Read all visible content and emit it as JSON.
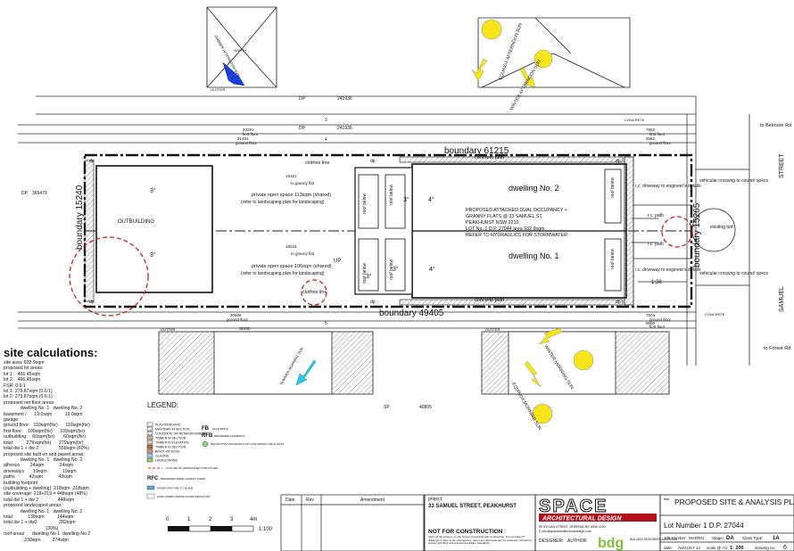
{
  "plan": {
    "boundaries": {
      "north": "boundary 61215",
      "south": "boundary 49405",
      "west": "boundary 15240",
      "east": "boundary 15265"
    },
    "dp_labels": [
      "DP",
      "241936",
      "DP",
      "241936",
      "DP",
      "365479",
      "SP",
      "40805"
    ],
    "lot_numbers": [
      "3",
      "4",
      "5"
    ],
    "dims_top": [
      "33291",
      "31481",
      "7662",
      "6562",
      "19161",
      "18216"
    ],
    "dims_bottom": [
      "32250",
      "30586",
      "7504",
      "6600"
    ],
    "floor_labels": {
      "first_floor": "first floor",
      "ground_floor": "ground floor"
    },
    "clothes_line": "clothes line",
    "concrete_path": "concrete path",
    "outbuilding": "OUTBUILDING",
    "dwelling_2": "dwelling No. 2",
    "dwelling_1": "dwelling No. 1",
    "private_space_top": "private open space 113sqm (shared)",
    "private_space_top_note": "(refer to landscaping plan for landscaping)",
    "private_space_bottom": "private open space 106sqm (shared)",
    "private_space_bottom_note": "(refer to landscaping plan for landscaping)",
    "to_granny_flat": "to granny flat",
    "proposal_lines": [
      "PROPOSED ATTACHED DUAL OCCUPANCY +",
      "GRANNY FLATS @ 33 SAMUEL ST,",
      "PEAKHURST NSW 2210",
      "LOT No. 1 D.P. 27044 area 932.9sqm",
      "REFER TO HYDRAULICS FOR STORMWATER"
    ],
    "degrees": [
      "3°",
      "3°",
      "4°",
      "3°",
      "4°",
      "3°",
      "3°"
    ],
    "roof_below": "roof below",
    "rc_path": "r.c. path",
    "rc_driveway": "r.c. driveway to engineer's details",
    "vehicular_crossing": "vehicular crossing to council specs",
    "existing_turf": "existing turf",
    "slope": "1:38",
    "street": "STREET",
    "samuel": "SAMUEL",
    "to_belmore": "to Belmore Rd",
    "to_forest": "to Forest Rd",
    "concrete": "CONCRETE",
    "gutter": "GUTTER",
    "dp_marker": "dp",
    "up": "UP",
    "sun_labels": {
      "winter_afternoon": "WINTER AFTERNOON SUN",
      "equinox_afternoon": "EQUINOX AFTERNOON SUN",
      "winter_morning": "WINTER MORNING SUN",
      "equinox_morning": "EQUINOX MORNING SUN",
      "summer_afternoon": "SUMMER AFTERNOON SUN",
      "summer_morning": "SUMMER MORNING SUN"
    },
    "north_arrow_label": "NORTH"
  },
  "site_calculations": {
    "title": "site calculations:",
    "lines": [
      "site area: 932.9sqm",
      "proposed lot areas:",
      "lot 1:   466.45sqm",
      "lot 2:   466.45sqm",
      "FSR: 0.6:1",
      "lot 1: 279.87sqm (0.6:1)",
      "lot 2: 279.87sqm (0.6:1)",
      "proposed net floor areas:",
      "             dwelling No. 1   dwelling No. 2",
      "basement /      19.0sqm          19.0sqm",
      "garage",
      "ground floor:   110sqm(fsr)      110sqm(fsr)",
      "first floor:    109sqm(fsr)      109sqm(fsr)",
      "outbuilding:    60sqm(fsr)       60sqm(fsr)",
      "total:          279sqm(fsr)      279sqm(fsr)",
      "total dw 1 + dw 2                558sqm (60%)",
      "",
      "proposed site built on and paved areas:",
      "             dwelling No. 1   dwelling No. 2",
      "alfresco        24sqm            24sqm",
      "driveways       19sqm            19sqm",
      "paths           42sqm            43sqm",
      "building footprint",
      "(outbuilding + dwelling)  218sqm  218sqm",
      "site coverage: 219+219 = 448sqm (48%)",
      "total dw 1 + dw 2               448sqm",
      "",
      "proposed landscaped areas:",
      "             dwelling No. 1   dwelling No. 2",
      "total            138sqm          144sqm",
      "total dw 1 + dw2                 282sqm",
      "                                 (30%)",
      "roof areas      dwelling No 1  dwelling No 2",
      "                230sqm         274sqm"
    ]
  },
  "legend": {
    "title": "LEGEND:",
    "items": [
      "PLASTERBOARD",
      "MASONRY IN SECTION",
      "CONCRETE OR REINFORCEMENT",
      "TIMBER IN SECTION",
      "TIMBER IN ELEVATION",
      "TIMBER IN SECTION",
      "BRICK ON EDGE",
      "GLAZING",
      "LANDSCAPING"
    ],
    "fb": "FB",
    "fb_text": "FACE BRICK",
    "rfb": "RFB",
    "rfb_text": "RENDERED FACEBRICK",
    "ind": "REFLECTIVE INDIGENOUS OR LOW WATER USE PLANTS",
    "outline": "OUTLINE OF DEMOLISHED STRUCTURE",
    "rfc": "RFC",
    "rfc_text": "RENDERED FIBRE CEMENT SHEET",
    "water": "WATER FEATURE TO BLADE",
    "smoke": "HARD WIRED SMOKE ALARM DETECTOR"
  },
  "scale": {
    "ticks": [
      "0",
      "1",
      "2",
      "3",
      "4m"
    ],
    "ratio": "1:100"
  },
  "revisions": {
    "date": "Date",
    "rev": "Rev",
    "amendment": "Amendment"
  },
  "title_block": {
    "project_label": "project:",
    "project": "33 SAMUEL STREET, PEAKHURST",
    "not_for_construction": "NOT FOR CONSTRUCTION",
    "notes": "Verify all dimensions on site before proceeding with construction. Do not scale off drawings. If there is any discrepancy, report any discrepancies for resolution. All work to comply with BCA and relevant Australian Standards.",
    "designer_label": "DESIGNER:",
    "author_label": "AUTHOR:",
    "company_big": "SPACE",
    "company_sub": "ARCHITECTURAL DESIGN",
    "company_addr": "59 SYLVAN STREET, GREENACRE NSW 2190",
    "company_email": "E info@spacearchitecturaldesign.com",
    "bdg": "bdg",
    "bdg_text": "BUILDING DESIGNERS AUSTRALIA",
    "title_label": "title:",
    "title": "PROPOSED SITE & ANALYSIS PLAN",
    "lot_number": "Lot Number 1 D.P. 27044",
    "job_label": "Job Number:",
    "job": "MAR001",
    "stage_label": "Stage:",
    "stage": "DA",
    "class_label": "Class Type:",
    "class": "1A",
    "date_label": "date:",
    "date": "AUGUST 14",
    "scale_label": "scale @ A3:",
    "scale": "1: 200",
    "drawing_label": "drawing no:",
    "drawing": "6"
  },
  "colors": {
    "sun": "#f5e51a",
    "north_arrow": "#1a3fd8",
    "cyan_arrow": "#2ec8e8",
    "red_dashed": "#cc1f1f",
    "brand_red": "#b0111b",
    "bdg_green": "#7fbf3a"
  }
}
